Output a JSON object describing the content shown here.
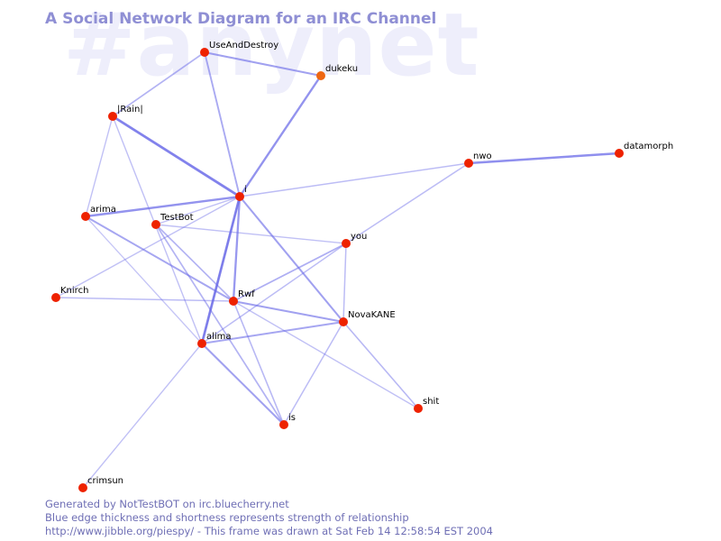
{
  "title": "A Social Network Diagram for an IRC Channel",
  "watermark": "#anynet",
  "footer": {
    "generated_by": "Generated by NotTestBOT on irc.bluecherry.net",
    "legend": "Blue edge thickness and shortness represents strength of relationship",
    "url_line": "http://www.jibble.org/piespy/ - This frame was drawn at Sat Feb 14 12:58:54 EST 2004"
  },
  "colors": {
    "node": "#ee2200",
    "node_orange": "#ee6611",
    "edge": "#6a6ae8",
    "title": "#8f8fd4",
    "watermark": "#eeeefb",
    "footer": "#6f6fb5"
  },
  "nodes": [
    {
      "id": "UseAndDestroy",
      "label": "UseAndDestroy"
    },
    {
      "id": "dukeku",
      "label": "dukeku",
      "color": "orange"
    },
    {
      "id": "Rain",
      "label": "|Rain|"
    },
    {
      "id": "nwo",
      "label": "nwo"
    },
    {
      "id": "datamorph",
      "label": "datamorph"
    },
    {
      "id": "i",
      "label": "i"
    },
    {
      "id": "arima",
      "label": "arima"
    },
    {
      "id": "TestBot",
      "label": "TestBot"
    },
    {
      "id": "you",
      "label": "you"
    },
    {
      "id": "Knirch",
      "label": "Knirch"
    },
    {
      "id": "Rwf",
      "label": "Rwf"
    },
    {
      "id": "NovaKANE",
      "label": "NovaKANE"
    },
    {
      "id": "alima",
      "label": "alima"
    },
    {
      "id": "shit",
      "label": "shit"
    },
    {
      "id": "is",
      "label": "is"
    },
    {
      "id": "crimsun",
      "label": "crimsun"
    }
  ],
  "edges": [
    {
      "from": "Rain",
      "to": "i",
      "strength": 0.9
    },
    {
      "from": "alima",
      "to": "i",
      "strength": 0.85
    },
    {
      "from": "nwo",
      "to": "datamorph",
      "strength": 0.75
    },
    {
      "from": "dukeku",
      "to": "i",
      "strength": 0.7
    },
    {
      "from": "arima",
      "to": "i",
      "strength": 0.7
    },
    {
      "from": "Rwf",
      "to": "i",
      "strength": 0.65
    },
    {
      "from": "UseAndDestroy",
      "to": "dukeku",
      "strength": 0.55
    },
    {
      "from": "NovaKANE",
      "to": "i",
      "strength": 0.55
    },
    {
      "from": "Rwf",
      "to": "NovaKANE",
      "strength": 0.55
    },
    {
      "from": "alima",
      "to": "is",
      "strength": 0.55
    },
    {
      "from": "arima",
      "to": "Rwf",
      "strength": 0.5
    },
    {
      "from": "alima",
      "to": "NovaKANE",
      "strength": 0.5
    },
    {
      "from": "UseAndDestroy",
      "to": "i",
      "strength": 0.45
    },
    {
      "from": "Rwf",
      "to": "you",
      "strength": 0.4
    },
    {
      "from": "Rain",
      "to": "UseAndDestroy",
      "strength": 0.35
    },
    {
      "from": "TestBot",
      "to": "Rwf",
      "strength": 0.35
    },
    {
      "from": "TestBot",
      "to": "is",
      "strength": 0.35
    },
    {
      "from": "NovaKANE",
      "to": "shit",
      "strength": 0.3
    },
    {
      "from": "Rwf",
      "to": "is",
      "strength": 0.3
    },
    {
      "from": "i",
      "to": "nwo",
      "strength": 0.25
    },
    {
      "from": "you",
      "to": "nwo",
      "strength": 0.25
    },
    {
      "from": "you",
      "to": "NovaKANE",
      "strength": 0.25
    },
    {
      "from": "alima",
      "to": "you",
      "strength": 0.25
    },
    {
      "from": "NovaKANE",
      "to": "is",
      "strength": 0.25
    },
    {
      "from": "Knirch",
      "to": "Rwf",
      "strength": 0.25
    },
    {
      "from": "Rain",
      "to": "arima",
      "strength": 0.2
    },
    {
      "from": "Rain",
      "to": "alima",
      "strength": 0.2
    },
    {
      "from": "TestBot",
      "to": "you",
      "strength": 0.2
    },
    {
      "from": "TestBot",
      "to": "i",
      "strength": 0.2
    },
    {
      "from": "Knirch",
      "to": "i",
      "strength": 0.2
    },
    {
      "from": "Rwf",
      "to": "shit",
      "strength": 0.2
    },
    {
      "from": "alima",
      "to": "crimsun",
      "strength": 0.2
    },
    {
      "from": "alima",
      "to": "i",
      "strength": 0.15
    },
    {
      "from": "arima",
      "to": "alima",
      "strength": 0.15
    }
  ]
}
